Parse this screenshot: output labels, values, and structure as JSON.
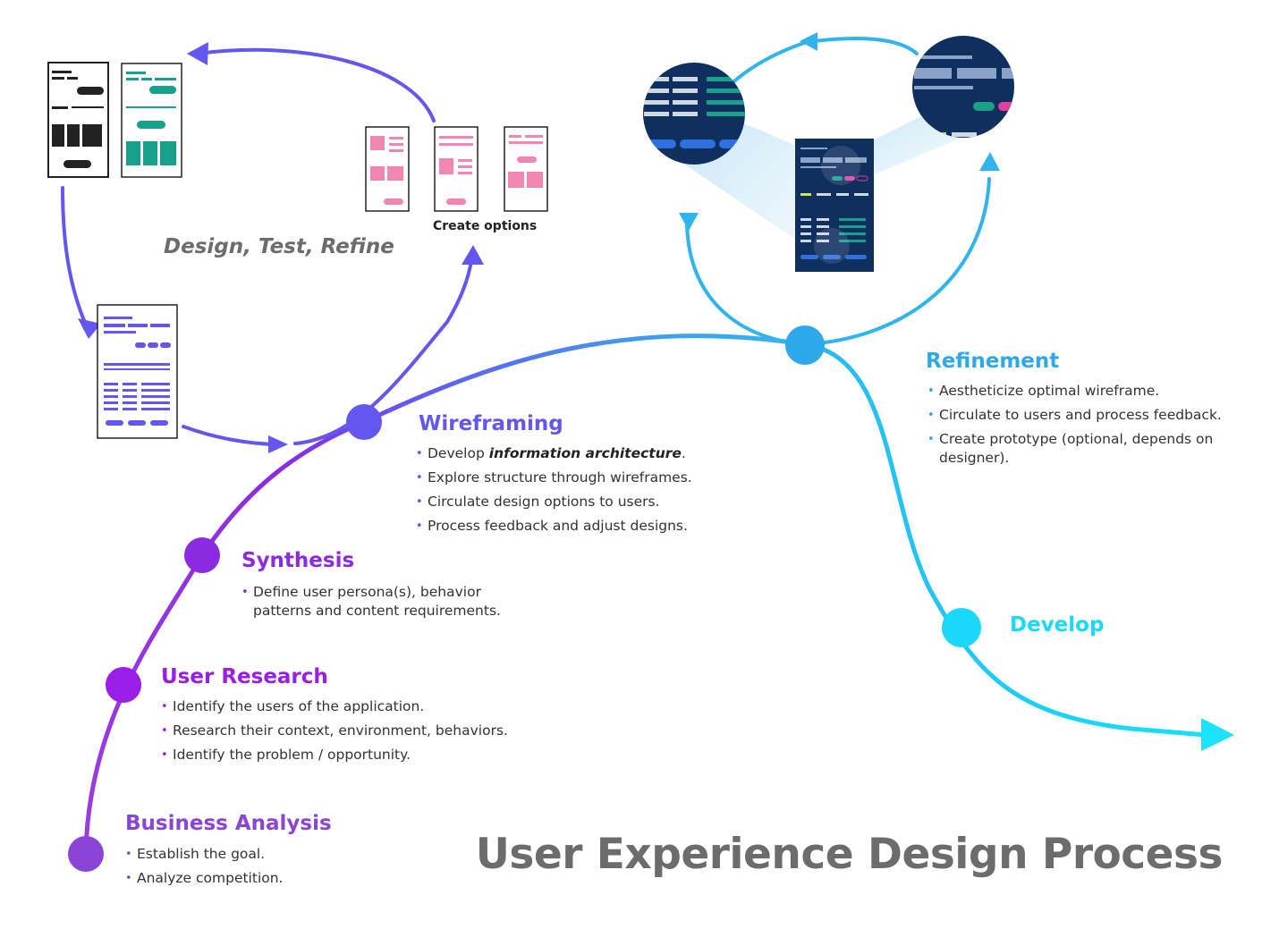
{
  "title": "User Experience Design Process",
  "loop_label": "Design, Test, Refine",
  "create_options_label": "Create options",
  "colors": {
    "business": "#8b45d6",
    "research": "#9b1de8",
    "synthesis": "#8a2be2",
    "wireframing": "#6357f0",
    "refinement": "#2fa8ea",
    "develop": "#1ad8f8",
    "title": "#6c6c6c",
    "pink": "#f286b2",
    "teal": "#17a08b",
    "navy": "#0f2f5f"
  },
  "stages": {
    "business": {
      "title": "Business Analysis",
      "bullets": [
        "Establish the goal.",
        "Analyze competition."
      ]
    },
    "research": {
      "title": "User Research",
      "bullets": [
        "Identify the users of the application.",
        "Research their context, environment, behaviors.",
        "Identify the problem / opportunity."
      ]
    },
    "synthesis": {
      "title": "Synthesis",
      "bullets": [
        "Define user persona(s), behavior patterns and content requirements."
      ]
    },
    "wireframing": {
      "title": "Wireframing",
      "bullet1_prefix": "Develop ",
      "bullet1_emph": "information architecture",
      "bullet1_suffix": ".",
      "bullets": [
        "Explore structure through wireframes.",
        "Circulate design options to users.",
        "Process feedback and adjust designs."
      ]
    },
    "refinement": {
      "title": "Refinement",
      "bullets": [
        "Aestheticize optimal wireframe.",
        "Circulate to users and process feedback.",
        "Create prototype (optional, depends on designer)."
      ]
    },
    "develop": {
      "title": "Develop"
    }
  }
}
